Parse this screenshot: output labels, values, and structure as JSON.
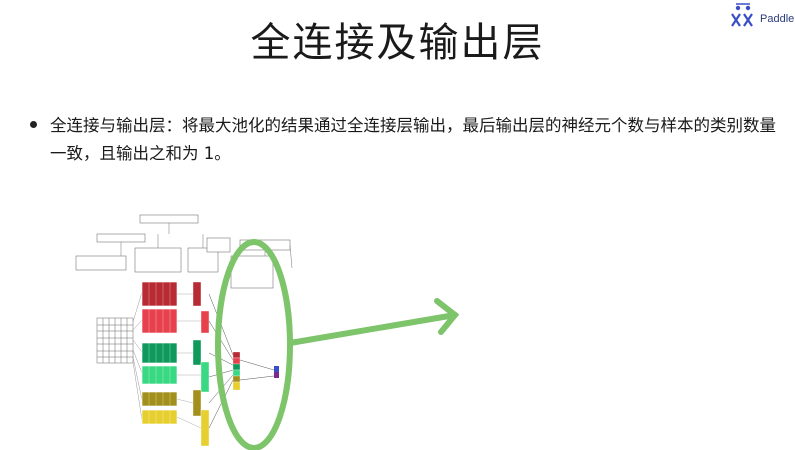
{
  "slide": {
    "title": "全连接及输出层",
    "bullet": "全连接与输出层：将最大池化的结果通过全连接层输出，最后输出层的神经元个数与样本的类别数量一致，且输出之和为 1。"
  },
  "logo": {
    "text": "Paddle"
  },
  "colors": {
    "highlight": "#7dc46a",
    "red": "#b82b34",
    "pink": "#e8414e",
    "green": "#0f9a5c",
    "light_green": "#38d982",
    "olive": "#a3901c",
    "yellow": "#e6cf2e",
    "blue": "#3a4fc7",
    "purple": "#7a2a8a"
  }
}
